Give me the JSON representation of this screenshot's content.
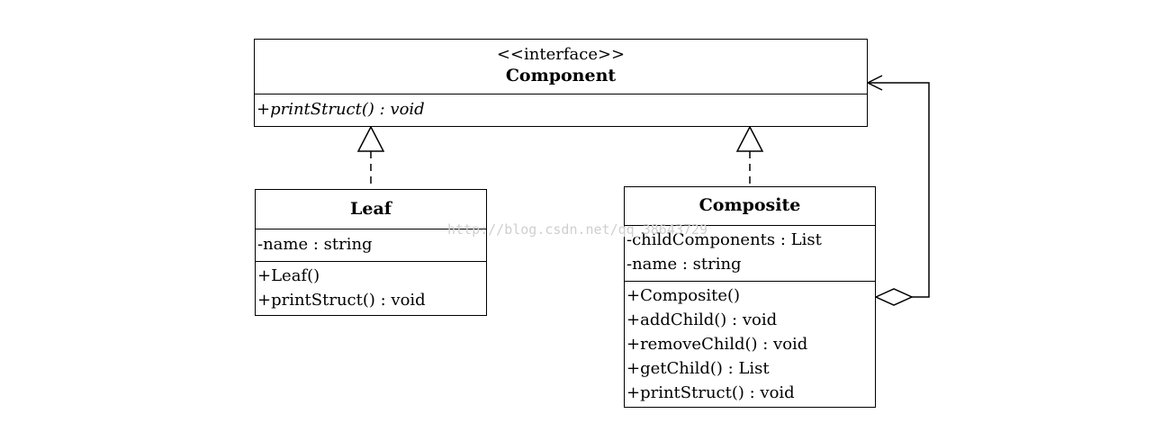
{
  "component": {
    "stereotype": "<<interface>>",
    "name": "Component",
    "operations": [
      "+printStruct() : void"
    ]
  },
  "leaf": {
    "name": "Leaf",
    "attributes": [
      "-name : string"
    ],
    "operations": [
      "+Leaf()",
      "+printStruct() : void"
    ]
  },
  "composite": {
    "name": "Composite",
    "attributes": [
      "-childComponents : List",
      "-name : string"
    ],
    "operations": [
      "+Composite()",
      "+addChild() : void",
      "+removeChild() : void",
      "+getChild() : List",
      "+printStruct() : void"
    ]
  },
  "watermark": "http://blog.csdn.net/qq_38643729"
}
